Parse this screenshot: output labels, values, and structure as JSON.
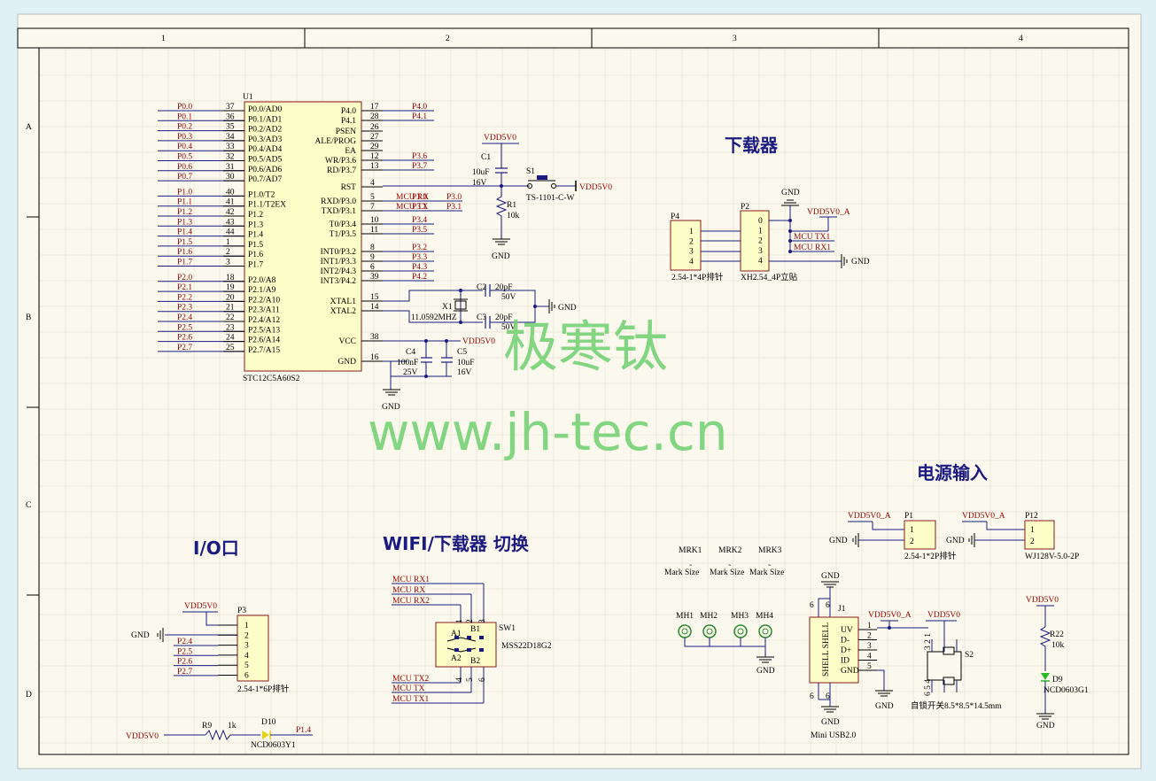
{
  "frame": {
    "columns": [
      "1",
      "2",
      "3",
      "4"
    ],
    "rows": [
      "A",
      "B",
      "C",
      "D"
    ]
  },
  "sections": {
    "downloader": "下载器",
    "power_input": "电源输入",
    "io_port": "I/O口",
    "wifi_switch": "WIFI/下载器 切换"
  },
  "watermark": {
    "cn": "极寒钛",
    "url": "www.jh-tec.cn"
  },
  "u1": {
    "ref": "U1",
    "part": "STC12C5A60S2",
    "left_pins": [
      {
        "net": "P0.0",
        "num": "37",
        "name": "P0.0/AD0"
      },
      {
        "net": "P0.1",
        "num": "36",
        "name": "P0.1/AD1"
      },
      {
        "net": "P0.2",
        "num": "35",
        "name": "P0.2/AD2"
      },
      {
        "net": "P0.3",
        "num": "34",
        "name": "P0.3/AD3"
      },
      {
        "net": "P0.4",
        "num": "33",
        "name": "P0.4/AD4"
      },
      {
        "net": "P0.5",
        "num": "32",
        "name": "P0.5/AD5"
      },
      {
        "net": "P0.6",
        "num": "31",
        "name": "P0.6/AD6"
      },
      {
        "net": "P0.7",
        "num": "30",
        "name": "P0.7/AD7"
      },
      {
        "net": "P1.0",
        "num": "40",
        "name": "P1.0/T2"
      },
      {
        "net": "P1.1",
        "num": "41",
        "name": "P1.1/T2EX"
      },
      {
        "net": "P1.2",
        "num": "42",
        "name": "P1.2"
      },
      {
        "net": "P1.3",
        "num": "43",
        "name": "P1.3"
      },
      {
        "net": "P1.4",
        "num": "44",
        "name": "P1.4"
      },
      {
        "net": "P1.5",
        "num": "1",
        "name": "P1.5"
      },
      {
        "net": "P1.6",
        "num": "2",
        "name": "P1.6"
      },
      {
        "net": "P1.7",
        "num": "3",
        "name": "P1.7"
      },
      {
        "net": "P2.0",
        "num": "18",
        "name": "P2.0/A8"
      },
      {
        "net": "P2.1",
        "num": "19",
        "name": "P2.1/A9"
      },
      {
        "net": "P2.2",
        "num": "20",
        "name": "P2.2/A10"
      },
      {
        "net": "P2.3",
        "num": "21",
        "name": "P2.3/A11"
      },
      {
        "net": "P2.4",
        "num": "22",
        "name": "P2.4/A12"
      },
      {
        "net": "P2.5",
        "num": "23",
        "name": "P2.5/A13"
      },
      {
        "net": "P2.6",
        "num": "24",
        "name": "P2.6/A14"
      },
      {
        "net": "P2.7",
        "num": "25",
        "name": "P2.7/A15"
      }
    ],
    "right_pins": [
      {
        "name": "P4.0",
        "num": "17",
        "net": "P4.0"
      },
      {
        "name": "P4.1",
        "num": "28",
        "net": "P4.1"
      },
      {
        "name": "PSEN",
        "num": "26",
        "net": ""
      },
      {
        "name": "ALE/PROG",
        "num": "27",
        "net": ""
      },
      {
        "name": "EA",
        "num": "29",
        "net": ""
      },
      {
        "name": "WR/P3.6",
        "num": "12",
        "net": "P3.6"
      },
      {
        "name": "RD/P3.7",
        "num": "13",
        "net": "P3.7"
      },
      {
        "name": "RST",
        "num": "4",
        "net": ""
      },
      {
        "name": "RXD/P3.0",
        "num": "5",
        "net": "P3.0",
        "label": "MCU RX"
      },
      {
        "name": "TXD/P3.1",
        "num": "7",
        "net": "P3.1",
        "label": "MCU TX"
      },
      {
        "name": "T0/P3.4",
        "num": "10",
        "net": "P3.4"
      },
      {
        "name": "T1/P3.5",
        "num": "11",
        "net": "P3.5"
      },
      {
        "name": "INT0/P3.2",
        "num": "8",
        "net": "P3.2"
      },
      {
        "name": "INT1/P3.3",
        "num": "9",
        "net": "P3.3"
      },
      {
        "name": "INT2/P4.3",
        "num": "6",
        "net": "P4.3"
      },
      {
        "name": "INT3/P4.2",
        "num": "39",
        "net": "P4.2"
      },
      {
        "name": "XTAL1",
        "num": "15",
        "net": ""
      },
      {
        "name": "XTAL2",
        "num": "14",
        "net": ""
      },
      {
        "name": "VCC",
        "num": "38",
        "net": ""
      },
      {
        "name": "GND",
        "num": "16",
        "net": ""
      }
    ]
  },
  "reset": {
    "vdd": "VDD5V0",
    "c1_ref": "C1",
    "c1_val": "10uF",
    "c1_volt": "16V",
    "s1_ref": "S1",
    "s1_part": "TS-1101-C-W",
    "s1_net": "VDD5V0",
    "r1_ref": "R1",
    "r1_val": "10k",
    "gnd": "GND"
  },
  "crystal": {
    "c2_ref": "C2",
    "c2_val": "20pF",
    "c2_volt": "50V",
    "c3_ref": "C3",
    "c3_val": "20pF",
    "c3_volt": "50V",
    "x1_ref": "X1",
    "x1_val": "11.0592MHZ",
    "gnd": "GND"
  },
  "power_caps": {
    "net": "VDD5V0",
    "c4_ref": "C4",
    "c4_val": "100nF",
    "c4_volt": "25V",
    "c5_ref": "C5",
    "c5_val": "10uF",
    "c5_volt": "16V",
    "gnd": "GND"
  },
  "downloader_block": {
    "p4_ref": "P4",
    "p4_part": "2.54-1*4P排针",
    "p4_pins": [
      "1",
      "2",
      "3",
      "4"
    ],
    "p2_ref": "P2",
    "p2_part": "XH2.54_4P立贴",
    "p2_pins": [
      "0",
      "1",
      "2",
      "3",
      "4"
    ],
    "gnd_top": "GND",
    "vdd": "VDD5V0_A",
    "rx": "MCU TX1",
    "tx": "MCU RX1",
    "gnd_right": "GND"
  },
  "power_block": {
    "p1_vdd": "VDD5V0_A",
    "p1_ref": "P1",
    "p1_gnd": "GND",
    "p1_part": "2.54-1*2P排针",
    "p1_pins": [
      "1",
      "2"
    ],
    "p12_vdd": "VDD5V0_A",
    "p12_ref": "P12",
    "p12_gnd": "GND",
    "p12_part": "WJ128V-5.0-2P",
    "p12_pins": [
      "1",
      "2"
    ]
  },
  "marks": {
    "mrk": [
      "MRK1",
      "MRK2",
      "MRK3"
    ],
    "mrk_sub": "Mark Size",
    "mh": [
      "MH1",
      "MH2",
      "MH3",
      "MH4"
    ],
    "gnd": "GND"
  },
  "usb": {
    "ref": "J1",
    "part": "Mini USB2.0",
    "gnd_top": "GND",
    "gnd_bottom": "GND",
    "gnd_pin5": "GND",
    "pins": [
      "UV",
      "D-",
      "D+",
      "ID",
      "GND"
    ],
    "nums": [
      "1",
      "2",
      "3",
      "4",
      "5"
    ],
    "shell": "SHELL SHELL",
    "shell_pins_top": "6",
    "shell_pins_bot": "6",
    "vdd_a": "VDD5V0_A",
    "vdd": "VDD5V0",
    "s2_ref": "S2",
    "s2_part": "自锁开关8.5*8.5*14.5mm",
    "s2_top": "3 2 1",
    "s2_bot": "6 5 4",
    "gnd": "GND"
  },
  "led_block": {
    "vdd": "VDD5V0",
    "r22_ref": "R22",
    "r22_val": "10k",
    "d9_ref": "D9",
    "d9_part": "NCD0603G1",
    "gnd": "GND"
  },
  "io_block": {
    "vdd": "VDD5V0",
    "p3_ref": "P3",
    "p3_part": "2.54-1*6P排针",
    "gnd": "GND",
    "nets": [
      "P2.4",
      "P2.5",
      "P2.6",
      "P2.7"
    ],
    "pins": [
      "1",
      "2",
      "3",
      "4",
      "5",
      "6"
    ]
  },
  "led2": {
    "vdd": "VDD5V0",
    "r9_ref": "R9",
    "r9_val": "1k",
    "d10_ref": "D10",
    "d10_part": "NCD0603Y1",
    "net": "P1.4"
  },
  "wifi_block": {
    "nets_top": [
      "MCU RX1",
      "MCU RX",
      "MCU RX2"
    ],
    "nets_bot": [
      "MCU TX2",
      "MCU TX",
      "MCU TX1"
    ],
    "sw_ref": "SW1",
    "sw_part": "MSS22D18G2",
    "pins_top": [
      "1",
      "2",
      "3"
    ],
    "pins_bot": [
      "4",
      "5",
      "6"
    ],
    "a1": "A1",
    "b1": "B1",
    "a2": "A2",
    "b2": "B2"
  }
}
